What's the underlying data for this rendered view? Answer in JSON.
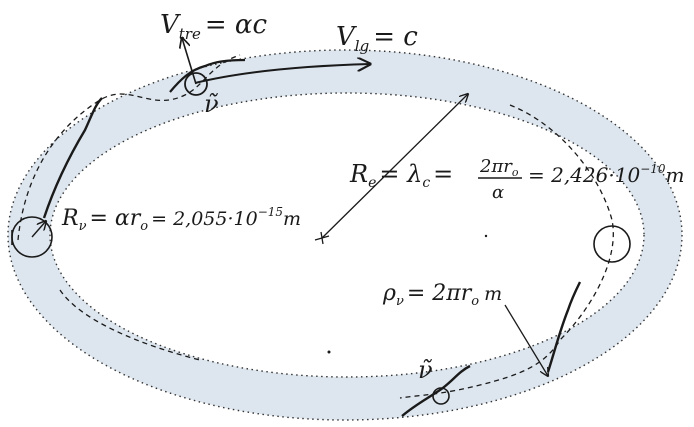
{
  "labels": {
    "v_tre": {
      "main": "V",
      "sub": "tre",
      "rhs": "= αc"
    },
    "v_lg": {
      "main": "V",
      "sub": "lg",
      "rhs": "= c"
    },
    "nu_top": "ν̃",
    "nu_bottom": "ν̃",
    "re_formula": {
      "lhs": "R",
      "lhs_sub": "e",
      "eq1": "= λ",
      "lambda_sub": "c",
      "eq2": "=",
      "frac_num": "2πr",
      "frac_num_sub": "o",
      "frac_den": "α",
      "value": "= 2,426·10",
      "exponent": "−10",
      "unit": "m"
    },
    "rv_formula": {
      "lhs": "R",
      "lhs_sub": "ν",
      "eq1": "= αr",
      "r_sub": "o",
      "value": "= 2,055·10",
      "exponent": "−15",
      "unit": "m"
    },
    "rho_formula": {
      "lhs": "ρ",
      "lhs_sub": "ν",
      "eq1": "= 2πr",
      "r_sub": "o",
      "unit": "m"
    }
  },
  "colors": {
    "band_fill": "#dde6ef",
    "ink": "#1a1a1a",
    "dotted": "#333333",
    "paper": "#ffffff"
  }
}
